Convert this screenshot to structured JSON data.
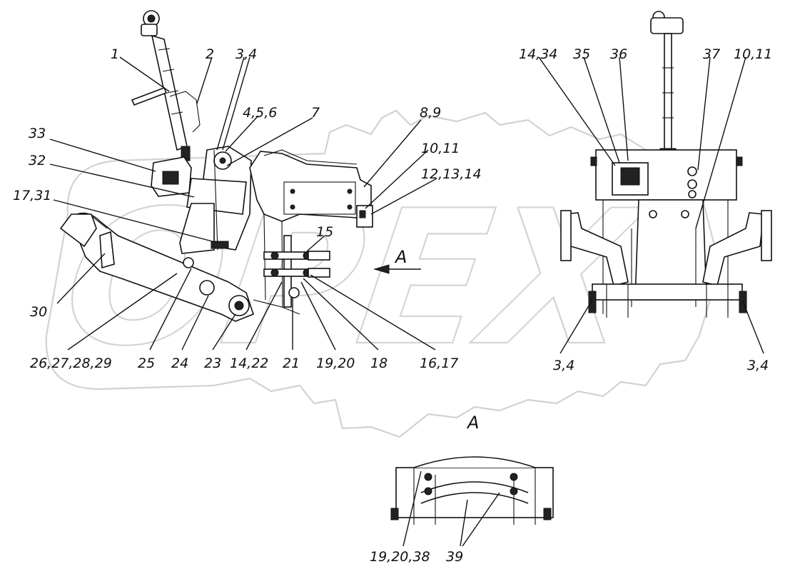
{
  "watermark": {
    "text": "OPEX"
  },
  "section_view": {
    "arrow_label": "A",
    "view_title": "A"
  },
  "labels": {
    "l1": "1",
    "l2": "2",
    "l3_4_top": "3,4",
    "l4_5_6": "4,5,6",
    "l7": "7",
    "l8_9": "8,9",
    "l10_11_left": "10,11",
    "l12_13_14": "12,13,14",
    "l15": "15",
    "l33": "33",
    "l32": "32",
    "l17_31": "17,31",
    "l30": "30",
    "l26_27_28_29": "26,27,28,29",
    "l25": "25",
    "l24": "24",
    "l23": "23",
    "l14_22": "14,22",
    "l21": "21",
    "l19_20": "19,20",
    "l18": "18",
    "l16_17": "16,17",
    "l14_34": "14,34",
    "l35": "35",
    "l36": "36",
    "l37": "37",
    "l10_11_right": "10,11",
    "l3_4_left": "3,4",
    "l3_4_right": "3,4",
    "l19_20_38": "19,20,38",
    "l39": "39"
  }
}
